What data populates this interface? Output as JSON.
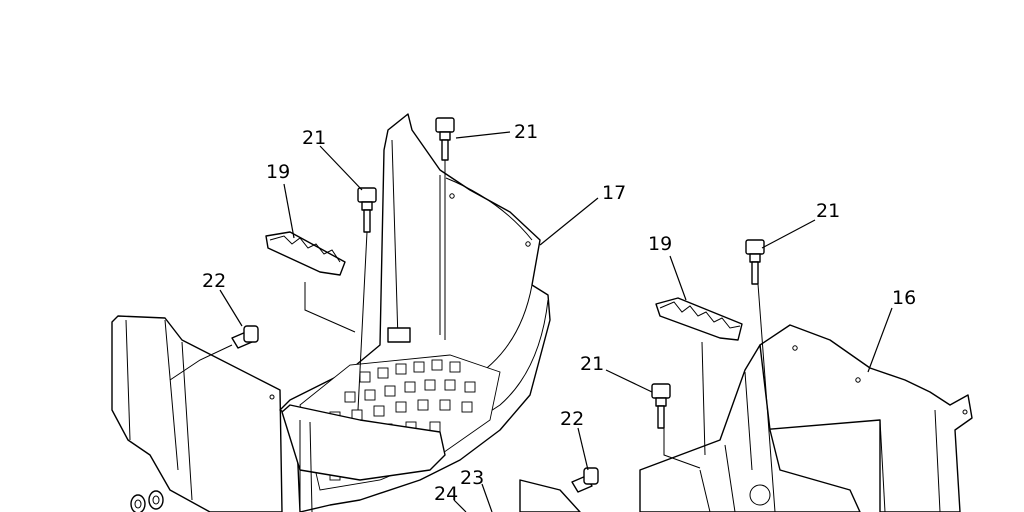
{
  "callouts": {
    "c21a": "21",
    "c21b": "21",
    "c21c": "21",
    "c21d": "21",
    "c19a": "19",
    "c19b": "19",
    "c17": "17",
    "c16": "16",
    "c22a": "22",
    "c22b": "22",
    "c23": "23",
    "c24": "24"
  }
}
